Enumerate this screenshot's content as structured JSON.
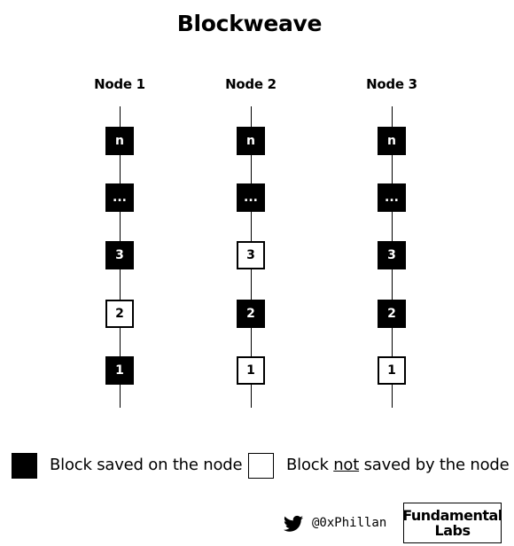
{
  "title": "Blockweave",
  "nodes": [
    {
      "label": "Node 1",
      "blocks": [
        {
          "label": "n",
          "saved": true
        },
        {
          "label": "...",
          "saved": true
        },
        {
          "label": "3",
          "saved": true
        },
        {
          "label": "2",
          "saved": false
        },
        {
          "label": "1",
          "saved": true
        }
      ]
    },
    {
      "label": "Node 2",
      "blocks": [
        {
          "label": "n",
          "saved": true
        },
        {
          "label": "...",
          "saved": true
        },
        {
          "label": "3",
          "saved": false
        },
        {
          "label": "2",
          "saved": true
        },
        {
          "label": "1",
          "saved": false
        }
      ]
    },
    {
      "label": "Node 3",
      "blocks": [
        {
          "label": "n",
          "saved": true
        },
        {
          "label": "...",
          "saved": true
        },
        {
          "label": "3",
          "saved": true
        },
        {
          "label": "2",
          "saved": true
        },
        {
          "label": "1",
          "saved": false
        }
      ]
    }
  ],
  "legend": {
    "saved": "Block saved on the node",
    "not_saved_pre": "Block ",
    "not_saved_emph": "not",
    "not_saved_post": " saved by the node"
  },
  "footer": {
    "twitter_handle": "@0xPhillan",
    "logo_line1": "Fundamental",
    "logo_line2": "Labs"
  },
  "colors": {
    "saved": "#000000",
    "not_saved": "#ffffff"
  },
  "icons": {
    "twitter": "twitter-bird-icon"
  }
}
